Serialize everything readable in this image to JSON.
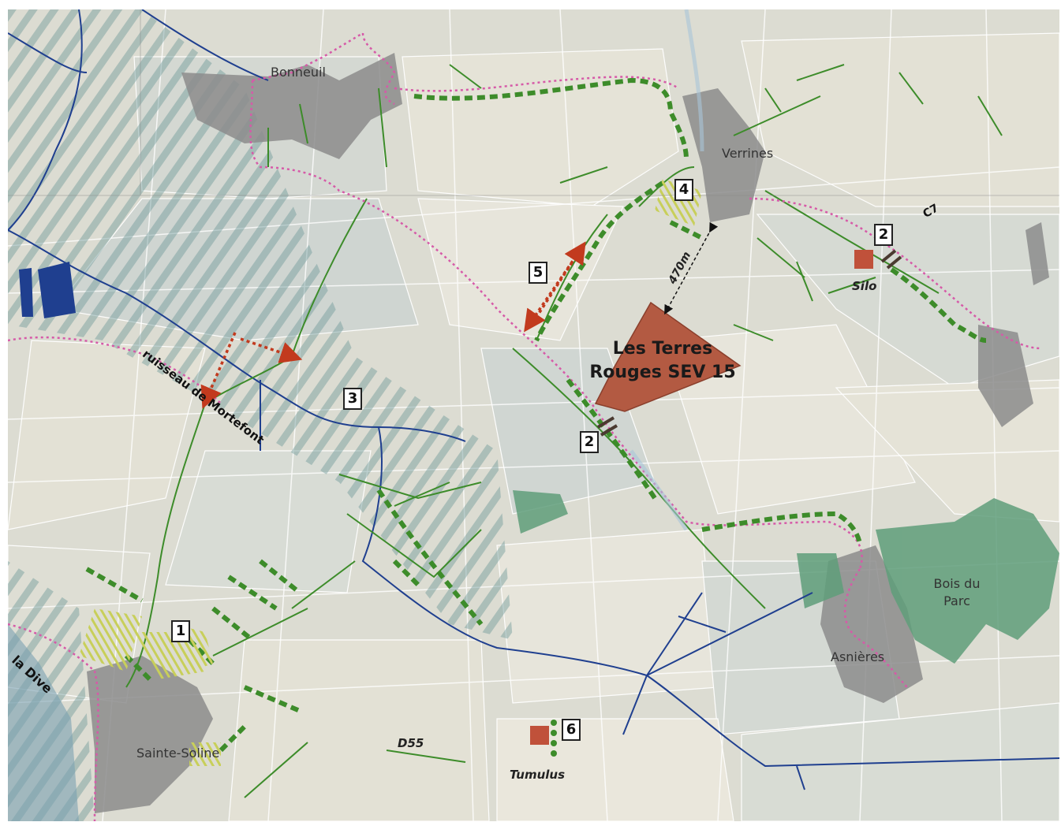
{
  "map": {
    "colors": {
      "background": "#dcdcd2",
      "field_light": "#e8e6dc",
      "field_grey": "#c9ceca",
      "village": "#8c8c8c",
      "woods": "#5f9e7a",
      "water": "#1f3f8f",
      "hedge": "#3d8c2a",
      "path_pink": "#d65aa8",
      "project_site": "#b35a42",
      "arrow_red": "#c23a1e",
      "orchard_yellow": "#c8cf5a"
    },
    "places": {
      "bonneuil": "Bonneuil",
      "verrines": "Verrines",
      "sainte_soline": "Sainte-Soline",
      "asnieres": "Asnières",
      "bois_du_parc": "Bois du Parc"
    },
    "waterways": {
      "ruisseau": "ruisseau de Mortefont",
      "la_dive": "la Dive"
    },
    "roads": {
      "c7": "C7",
      "d55": "D55"
    },
    "features": {
      "silo": "Silo",
      "tumulus": "Tumulus",
      "distance": "470m"
    },
    "project": {
      "line1": "Les Terres",
      "line2": "Rouges SEV 15"
    },
    "markers": {
      "m1": "1",
      "m2a": "2",
      "m2b": "2",
      "m3": "3",
      "m4": "4",
      "m5": "5",
      "m6": "6"
    }
  }
}
